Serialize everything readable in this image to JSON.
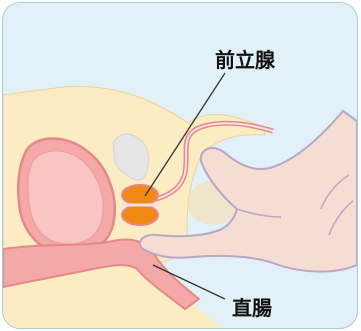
{
  "labels": {
    "prostate": "前立腺",
    "rectum": "直腸"
  },
  "colors": {
    "background": "#e2f1f8",
    "border": "#9fd0dc",
    "skin": "#fbecc4",
    "organ": "#f5a8a8",
    "organ_outline": "#e58888",
    "prostate": "#f08a14",
    "glove": "#f6ddd3",
    "glove_outline": "#b8a7c6",
    "bone": "#e6e6e6"
  },
  "icons": {
    "illustration": "digital-rectal-exam-illustration"
  }
}
